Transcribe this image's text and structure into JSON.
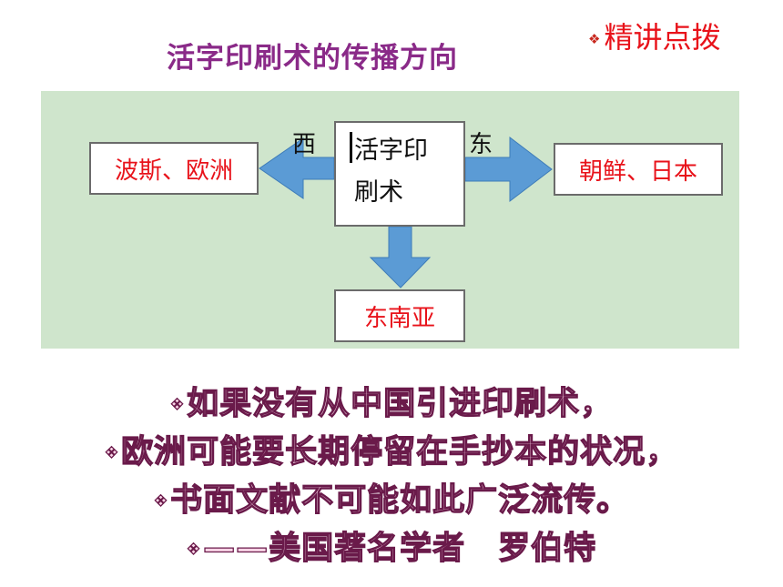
{
  "title": "活字印刷术的传播方向",
  "tag": {
    "bullet": "❖",
    "label": "精讲点拨"
  },
  "diagram": {
    "center": {
      "line1": "活字印",
      "line2": "刷术"
    },
    "west": {
      "direction": "西",
      "label": "波斯、欧洲"
    },
    "east": {
      "direction": "东",
      "label": "朝鲜、日本"
    },
    "south": {
      "label": "东南亚"
    }
  },
  "colors": {
    "panel": "#cfe5cc",
    "arrow": "#5b9bd5",
    "title": "#8a2a88",
    "red_text": "#e8121a"
  },
  "quote": {
    "bullet": "❖",
    "lines": [
      "如果没有从中国引进印刷术，",
      "欧洲可能要长期停留在手抄本的状况，",
      "书面文献不可能如此广泛流传。",
      "——美国著名学者　罗伯特"
    ]
  }
}
